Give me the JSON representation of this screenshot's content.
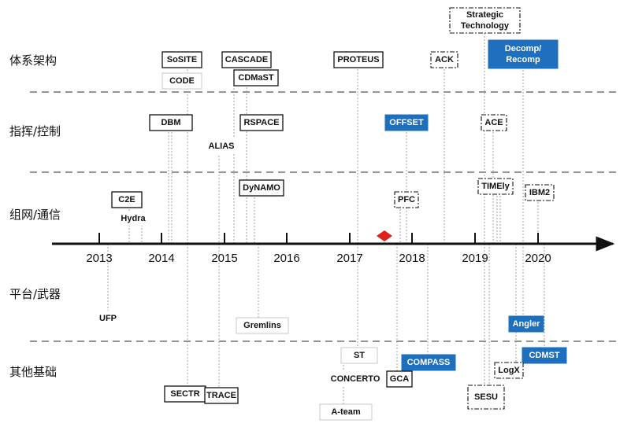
{
  "categories": [
    "体系架构",
    "指挥/控制",
    "组网/通信",
    "平台/武器",
    "其他基础"
  ],
  "years": [
    "2013",
    "2014",
    "2015",
    "2016",
    "2017",
    "2018",
    "2019",
    "2020"
  ],
  "colors": {
    "accent": "#1f6fbf",
    "line": "#111111",
    "marker": "#e0201b",
    "guide": "#9a9a9a",
    "faint_border": "#c8c8c8"
  },
  "programs": [
    {
      "id": "sosite",
      "label": "SoSITE",
      "style": "solid"
    },
    {
      "id": "code",
      "label": "CODE",
      "style": "faint"
    },
    {
      "id": "cascade",
      "label": "CASCADE",
      "style": "solid"
    },
    {
      "id": "cdmast",
      "label": "CDMaST",
      "style": "solid"
    },
    {
      "id": "proteus",
      "label": "PROTEUS",
      "style": "solid"
    },
    {
      "id": "ack",
      "label": "ACK",
      "style": "dashed"
    },
    {
      "id": "strategic-technology",
      "label": "Strategic\nTechnology",
      "style": "dashed"
    },
    {
      "id": "decomp-recomp",
      "label": "Decomp/\nRecomp",
      "style": "blue"
    },
    {
      "id": "dbm",
      "label": "DBM",
      "style": "solid"
    },
    {
      "id": "rspace",
      "label": "RSPACE",
      "style": "solid"
    },
    {
      "id": "alias",
      "label": "ALIAS",
      "style": "plain"
    },
    {
      "id": "offset",
      "label": "OFFSET",
      "style": "blue"
    },
    {
      "id": "ace",
      "label": "ACE",
      "style": "dashed"
    },
    {
      "id": "c2e",
      "label": "C2E",
      "style": "solid"
    },
    {
      "id": "hydra",
      "label": "Hydra",
      "style": "plain"
    },
    {
      "id": "dynamo",
      "label": "DyNAMO",
      "style": "solid"
    },
    {
      "id": "pfc",
      "label": "PFC",
      "style": "dashed"
    },
    {
      "id": "timely",
      "label": "TIMEly",
      "style": "dashed"
    },
    {
      "id": "ibm2",
      "label": "IBM2",
      "style": "dashed"
    },
    {
      "id": "ufp",
      "label": "UFP",
      "style": "plain"
    },
    {
      "id": "gremlins",
      "label": "Gremlins",
      "style": "faint"
    },
    {
      "id": "angler",
      "label": "Angler",
      "style": "blue"
    },
    {
      "id": "st",
      "label": "ST",
      "style": "faint"
    },
    {
      "id": "compass",
      "label": "COMPASS",
      "style": "blue"
    },
    {
      "id": "cdmst",
      "label": "CDMST",
      "style": "blue"
    },
    {
      "id": "concerto",
      "label": "CONCERTO",
      "style": "plain"
    },
    {
      "id": "gca",
      "label": "GCA",
      "style": "solid"
    },
    {
      "id": "logx",
      "label": "LogX",
      "style": "dashed"
    },
    {
      "id": "sectr",
      "label": "SECTR",
      "style": "solid"
    },
    {
      "id": "trace",
      "label": "TRACE",
      "style": "solid"
    },
    {
      "id": "sesu",
      "label": "SESU",
      "style": "dashed"
    },
    {
      "id": "a-team",
      "label": "A-team",
      "style": "faint"
    }
  ]
}
